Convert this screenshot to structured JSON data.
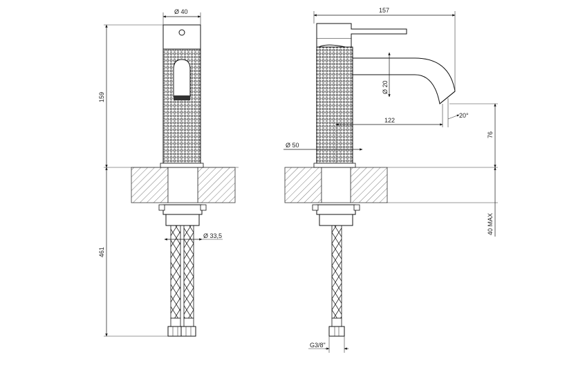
{
  "dimensions": {
    "d_body": "Ø 40",
    "height_body": "159",
    "height_total": "461",
    "d_hose": "Ø 33,5",
    "width_total": "157",
    "d_spout": "Ø 20",
    "spout_reach": "122",
    "spout_angle": "20°",
    "d_base": "Ø 50",
    "height_outlet": "76",
    "deck_max": "40 MAX",
    "thread": "G3/8\""
  }
}
